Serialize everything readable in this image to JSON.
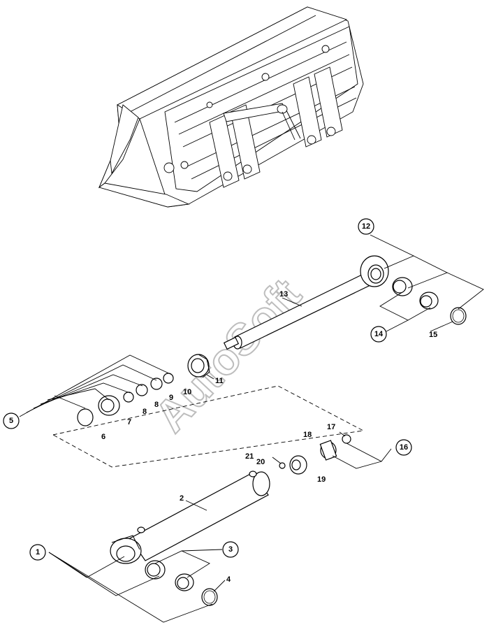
{
  "watermark": "AutoSoft",
  "callouts": [
    {
      "id": "c1",
      "text": "1"
    },
    {
      "id": "c3",
      "text": "3"
    },
    {
      "id": "c5",
      "text": "5"
    },
    {
      "id": "c12",
      "text": "12"
    },
    {
      "id": "c14",
      "text": "14"
    },
    {
      "id": "c16",
      "text": "16"
    }
  ],
  "labels": [
    {
      "id": "l2",
      "text": "2"
    },
    {
      "id": "l4",
      "text": "4"
    },
    {
      "id": "l6",
      "text": "6"
    },
    {
      "id": "l7",
      "text": "7"
    },
    {
      "id": "l8a",
      "text": "8"
    },
    {
      "id": "l8b",
      "text": "8"
    },
    {
      "id": "l9",
      "text": "9"
    },
    {
      "id": "l10",
      "text": "10"
    },
    {
      "id": "l11",
      "text": "11"
    },
    {
      "id": "l13",
      "text": "13"
    },
    {
      "id": "l15",
      "text": "15"
    },
    {
      "id": "l17",
      "text": "17"
    },
    {
      "id": "l18",
      "text": "18"
    },
    {
      "id": "l19",
      "text": "19"
    },
    {
      "id": "l20",
      "text": "20"
    },
    {
      "id": "l21",
      "text": "21"
    }
  ]
}
